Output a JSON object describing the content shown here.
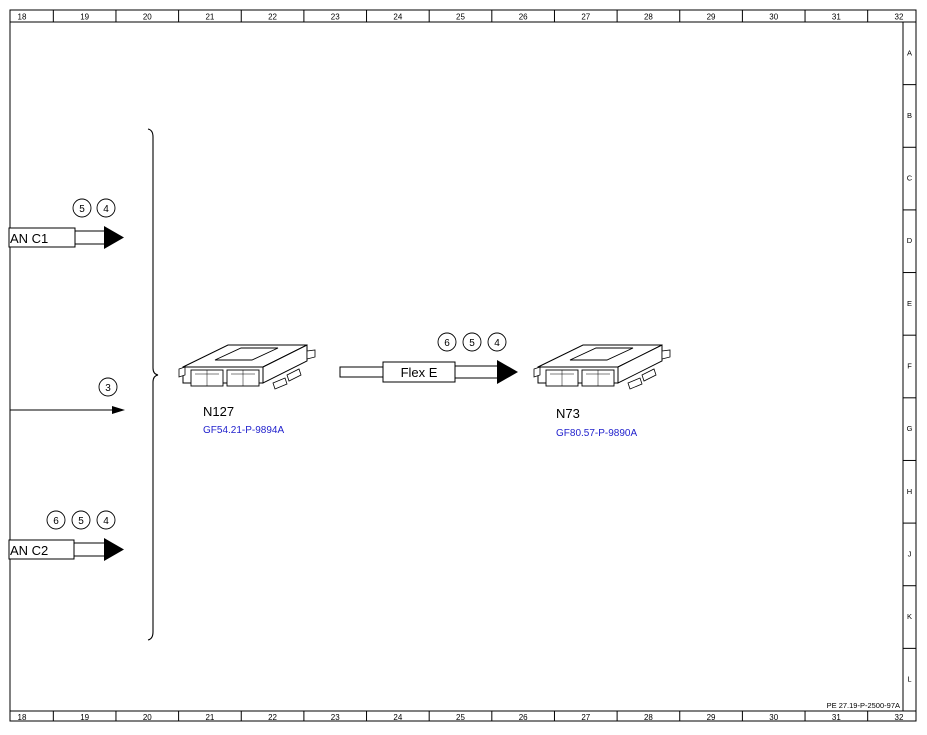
{
  "grid": {
    "columns": [
      "18",
      "19",
      "20",
      "21",
      "22",
      "23",
      "24",
      "25",
      "26",
      "27",
      "28",
      "29",
      "30",
      "31",
      "32"
    ],
    "rows": [
      "A",
      "B",
      "C",
      "D",
      "E",
      "F",
      "G",
      "H",
      "J",
      "K",
      "L"
    ]
  },
  "signals": {
    "can_c1": {
      "label": "AN C1",
      "circles": [
        "5",
        "4"
      ]
    },
    "line_3": {
      "circles": [
        "3"
      ]
    },
    "can_c2": {
      "label": "AN C2",
      "circles": [
        "6",
        "5",
        "4"
      ]
    },
    "flex_e": {
      "label": "Flex E",
      "circles": [
        "6",
        "5",
        "4"
      ]
    }
  },
  "modules": {
    "n127": {
      "code": "N127",
      "ref": "GF54.21-P-9894A"
    },
    "n73": {
      "code": "N73",
      "ref": "GF80.57-P-9890A"
    }
  },
  "drawing_id": "PE 27.19-P-2500-97A",
  "colors": {
    "line": "#000000",
    "link": "#1f1fcc",
    "background": "#ffffff"
  }
}
